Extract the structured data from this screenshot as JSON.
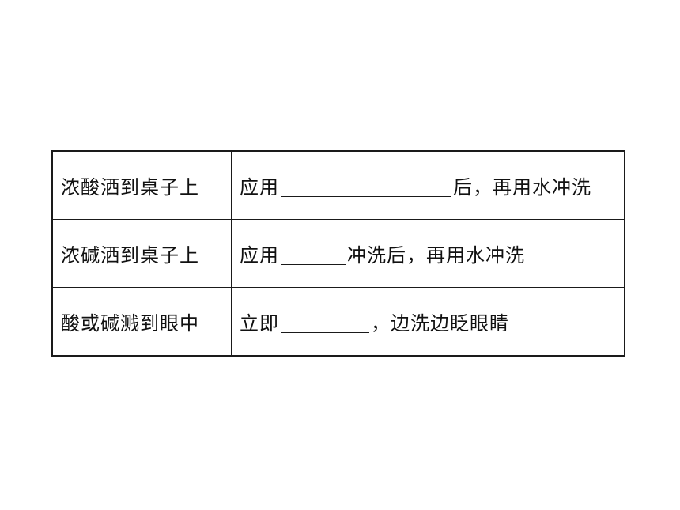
{
  "rows": [
    {
      "situation": "浓酸洒到桌子上",
      "before": "应用",
      "after": "后，再用水冲洗"
    },
    {
      "situation": "浓碱洒到桌子上",
      "before": "应用",
      "after": "冲洗后，再用水冲洗"
    },
    {
      "situation": "酸或碱溅到眼中",
      "before": "立即",
      "after": "，边洗边眨眼睛"
    }
  ]
}
